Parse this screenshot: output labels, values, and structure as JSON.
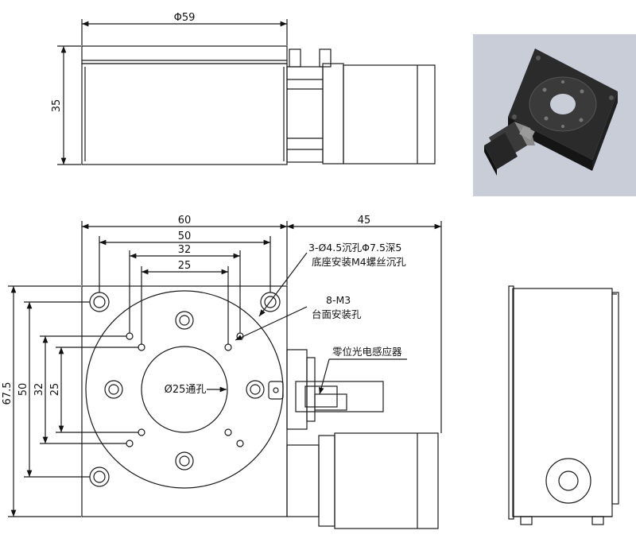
{
  "top_view": {
    "dim_diameter": "Φ59",
    "dim_height": "35"
  },
  "front_view": {
    "dim_width": "60",
    "dim_motor_length": "45",
    "dim_holes_outer": "50",
    "dim_holes_mid": "32",
    "dim_holes_inner": "25",
    "dim_total_height": "67.5",
    "dim_v_outer": "50",
    "dim_v_mid": "32",
    "dim_v_inner": "25",
    "center_label": "Ø25通孔",
    "callout_base_line1": "3-Ø4.5沉孔Φ7.5深5",
    "callout_base_line2": "底座安装M4螺丝沉孔",
    "callout_table_line1": "8-M3",
    "callout_table_line2": "台面安装孔",
    "callout_sensor": "零位光电感应器"
  },
  "colors": {
    "line": "#1a1a1a",
    "photo_background": "#c8cdd8",
    "part_body": "#2b2b2b"
  }
}
